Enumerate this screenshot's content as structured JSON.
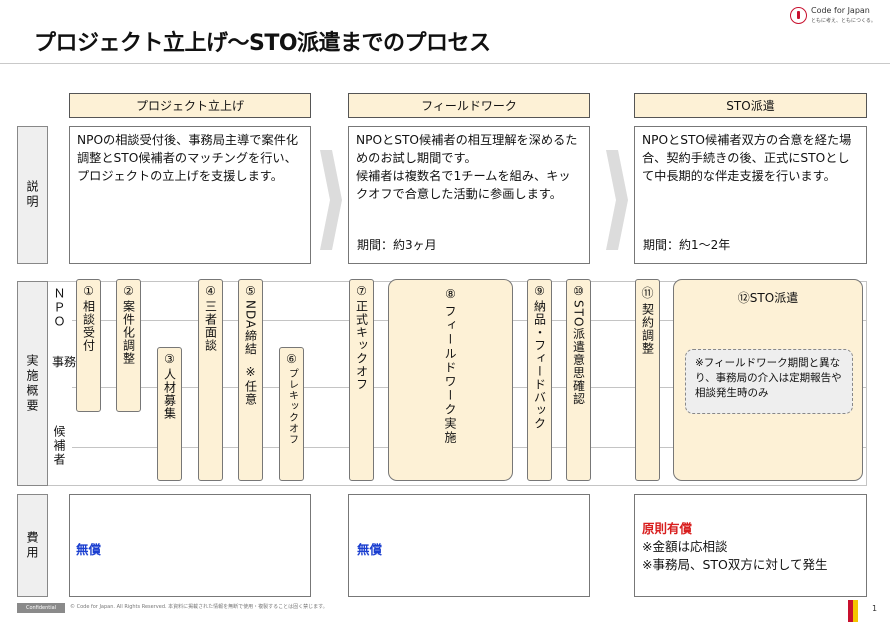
{
  "header": {
    "title": "プロジェクト立上げ〜STO派遣までのプロセス",
    "logo_name": "Code for Japan",
    "logo_tagline": "ともに考え、ともにつくる。"
  },
  "phases": [
    "プロジェクト立上げ",
    "フィールドワーク",
    "STO派遣"
  ],
  "row_labels": {
    "description": "説明",
    "overview": "実施概要",
    "cost": "費用"
  },
  "descriptions": [
    {
      "text": "NPOの相談受付後、事務局主導で案件化調整とSTO候補者のマッチングを行い、プロジェクトの立上げを支援します。",
      "period": ""
    },
    {
      "text": "NPOとSTO候補者の相互理解を深めるためのお試し期間です。\n候補者は複数名で1チームを組み、キックオフで合意した活動に参画します。",
      "period": "期間：約3ヶ月"
    },
    {
      "text": "NPOとSTO候補者双方の合意を経た場合、契約手続きの後、正式にSTOとして中長期的な伴走支援を行います。",
      "period": "期間：約1〜2年"
    }
  ],
  "actors": {
    "npo": "ＮＰＯ",
    "secretariat": "事務局",
    "candidate": "候補者"
  },
  "steps": [
    {
      "num": "①",
      "label": "相談受付"
    },
    {
      "num": "②",
      "label": "案件化調整"
    },
    {
      "num": "③",
      "label": "人材募集"
    },
    {
      "num": "④",
      "label": "三者面談"
    },
    {
      "num": "⑤",
      "label": "NDA締結",
      "sub": "※任意"
    },
    {
      "num": "⑥",
      "label": "プレキックオフ"
    },
    {
      "num": "⑦",
      "label": "正式キックオフ"
    },
    {
      "num": "⑧",
      "label": "フィールドワーク実施"
    },
    {
      "num": "⑨",
      "label": "納品・フィードバック"
    },
    {
      "num": "⑩",
      "label": "STO派遣意思確認"
    },
    {
      "num": "⑪",
      "label": "契約調整"
    },
    {
      "num": "⑫",
      "label": "STO派遣"
    }
  ],
  "sto_note": "※フィールドワーク期間と異なり、事務局の介入は定期報告や相談発生時のみ",
  "costs": [
    {
      "lines": [
        "無償"
      ],
      "style": "blue"
    },
    {
      "lines": [
        "無償"
      ],
      "style": "blue"
    },
    {
      "lines": [
        "原則有償",
        "※金額は応相談",
        "※事務局、STO双方に対して発生"
      ],
      "style": "mixed"
    }
  ],
  "footer": {
    "confidential": "Confidential",
    "copyright": "© Code for Japan. All Rights Reserved. 本資料に掲載された情報を無断で使用・複製することは固く禁じます。",
    "page": "1"
  },
  "colors": {
    "phase_fill": "#fdf1d6",
    "label_fill": "#efefef",
    "free_text": "#1b3fd0",
    "paid_text": "#d81e1e",
    "brand_red": "#c8102e",
    "brand_yellow": "#f5c400"
  }
}
